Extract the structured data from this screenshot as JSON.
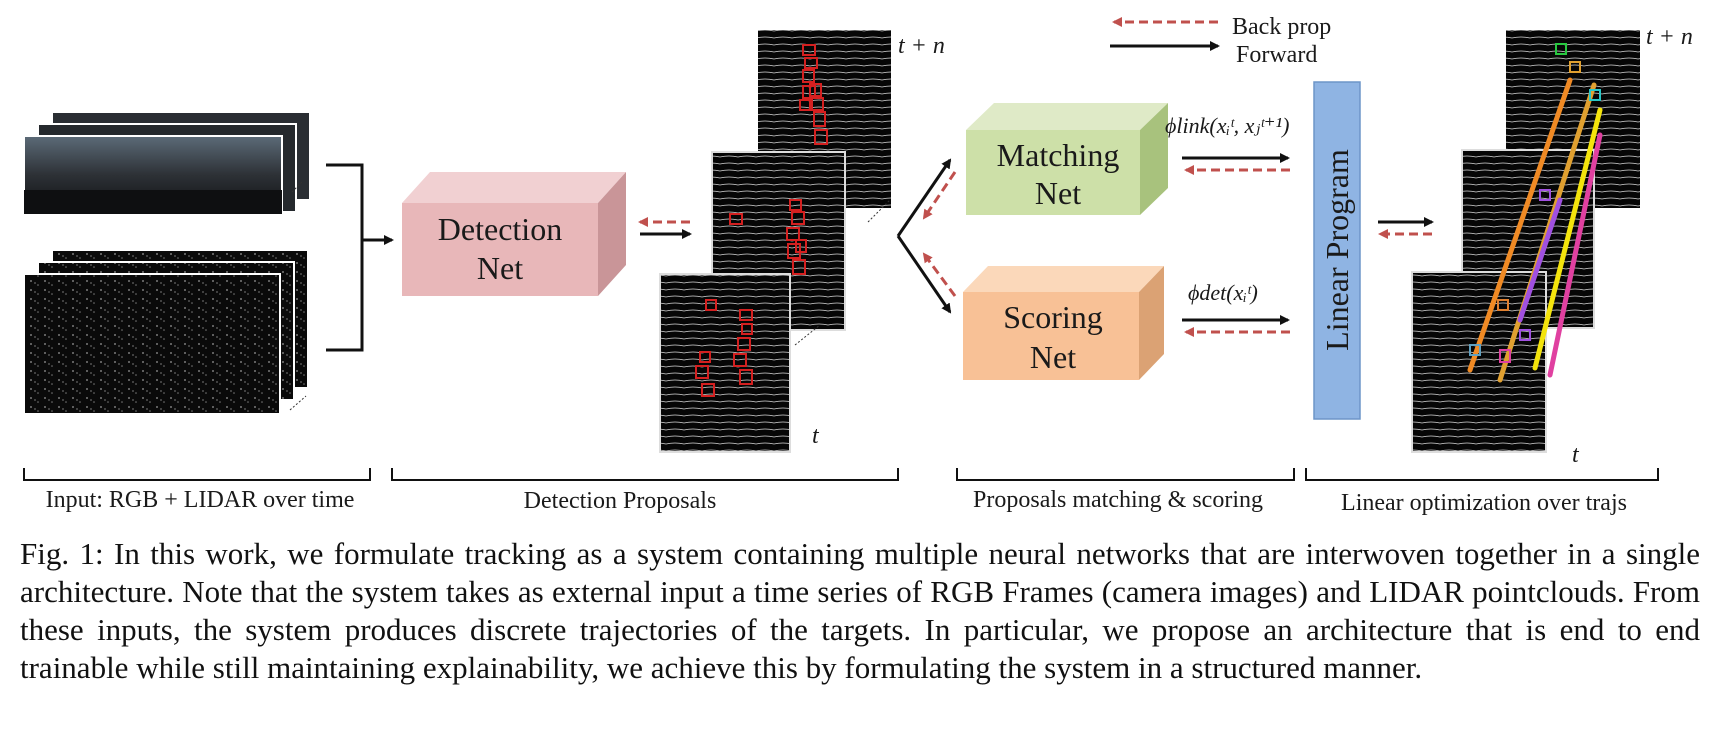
{
  "legend": {
    "backprop_label": "Back prop",
    "forward_label": "Forward"
  },
  "boxes": {
    "detection_line1": "Detection",
    "detection_line2": "Net",
    "matching_line1": "Matching",
    "matching_line2": "Net",
    "scoring_line1": "Scoring",
    "scoring_line2": "Net",
    "linear_program": "Linear Program"
  },
  "math": {
    "phi_link": "ϕlink(xᵢᵗ, xⱼᵗ⁺¹)",
    "phi_det": "ϕdet(xᵢᵗ)",
    "t_plus_n": "t + n",
    "t": "t"
  },
  "sections": [
    "Input: RGB + LIDAR over time",
    "Detection Proposals",
    "Proposals matching & scoring",
    "Linear optimization over trajs"
  ],
  "colors": {
    "detection": "#e8b7b9",
    "matching": "#cde0a8",
    "scoring": "#f8c196",
    "linear_program": "#8fb4e3",
    "backprop_arrow": "#c0504d",
    "forward_arrow": "#111111"
  },
  "caption": "Fig. 1: In this work, we formulate tracking as a system containing multiple neural networks that are interwoven together in a single architecture. Note that the system takes as external input a time series of RGB Frames (camera images) and LIDAR pointclouds. From these inputs, the system produces discrete trajectories of the targets. In particular, we propose an architecture that is end to end trainable while still maintaining explainability, we achieve this by formulating the system in a structured manner."
}
